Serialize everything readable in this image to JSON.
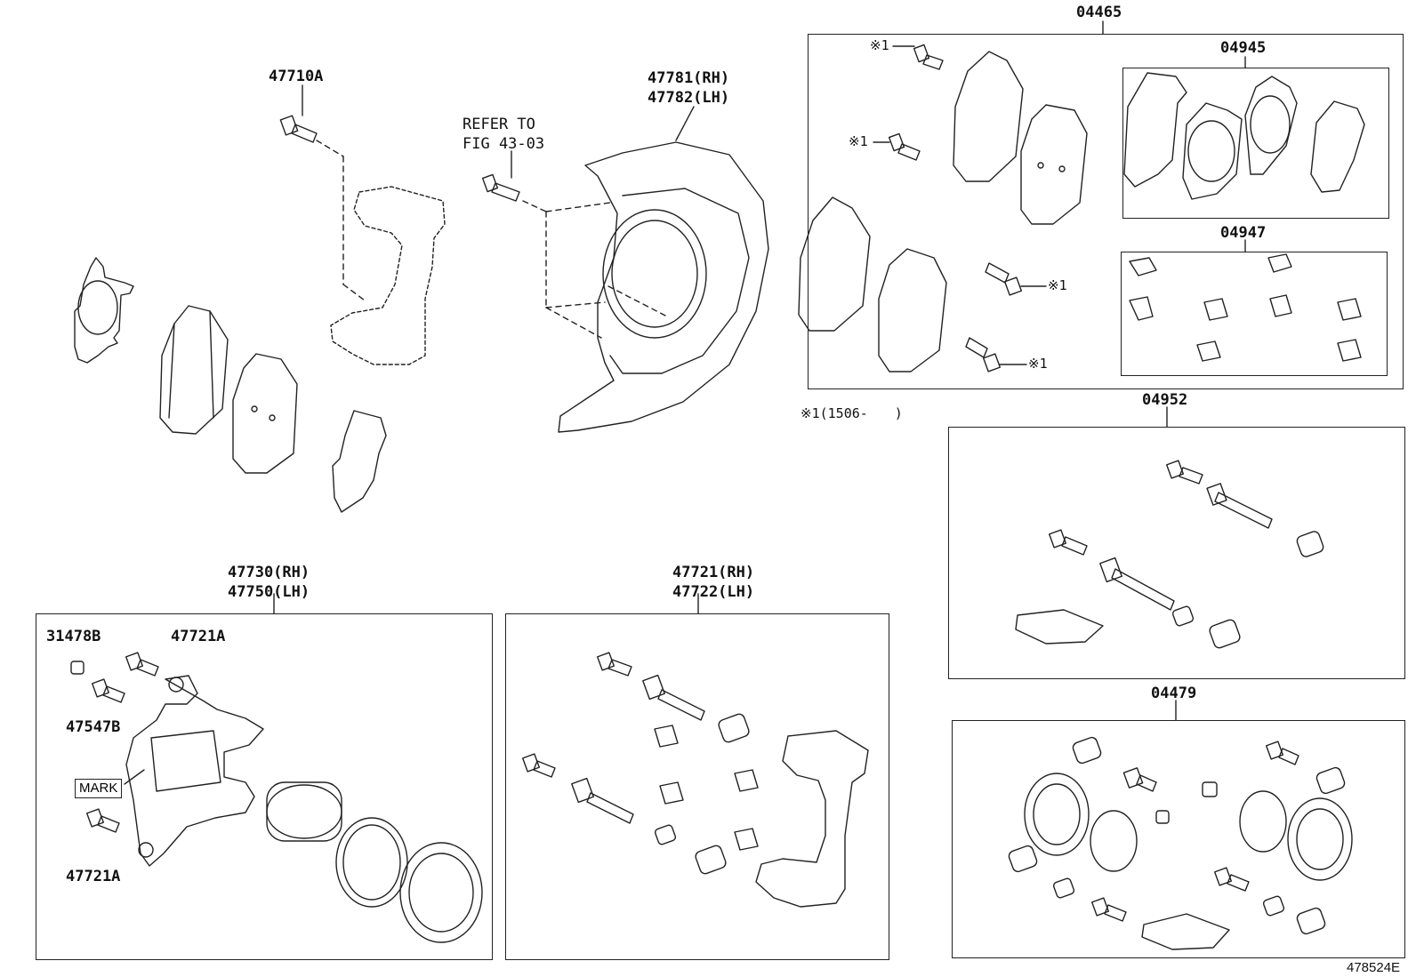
{
  "parts": {
    "p04465": "04465",
    "p04945": "04945",
    "p04947": "04947",
    "p04952": "04952",
    "p04479": "04479",
    "p47710A": "47710A",
    "p47781": "47781(RH)",
    "p47782": "47782(LH)",
    "refer_line1": "REFER TO",
    "refer_line2": "FIG 43-03",
    "p47730": "47730(RH)",
    "p47750": "47750(LH)",
    "p47721": "47721(RH)",
    "p47722": "47722(LH)",
    "p31478B": "31478B",
    "p47721A_top": "47721A",
    "p47547B": "47547B",
    "p47721A_bottom": "47721A",
    "mark": "MARK"
  },
  "notes": {
    "asterisk": "※1",
    "asterisk_note": "※1(1506-　　)"
  },
  "figure_id": "478524E"
}
